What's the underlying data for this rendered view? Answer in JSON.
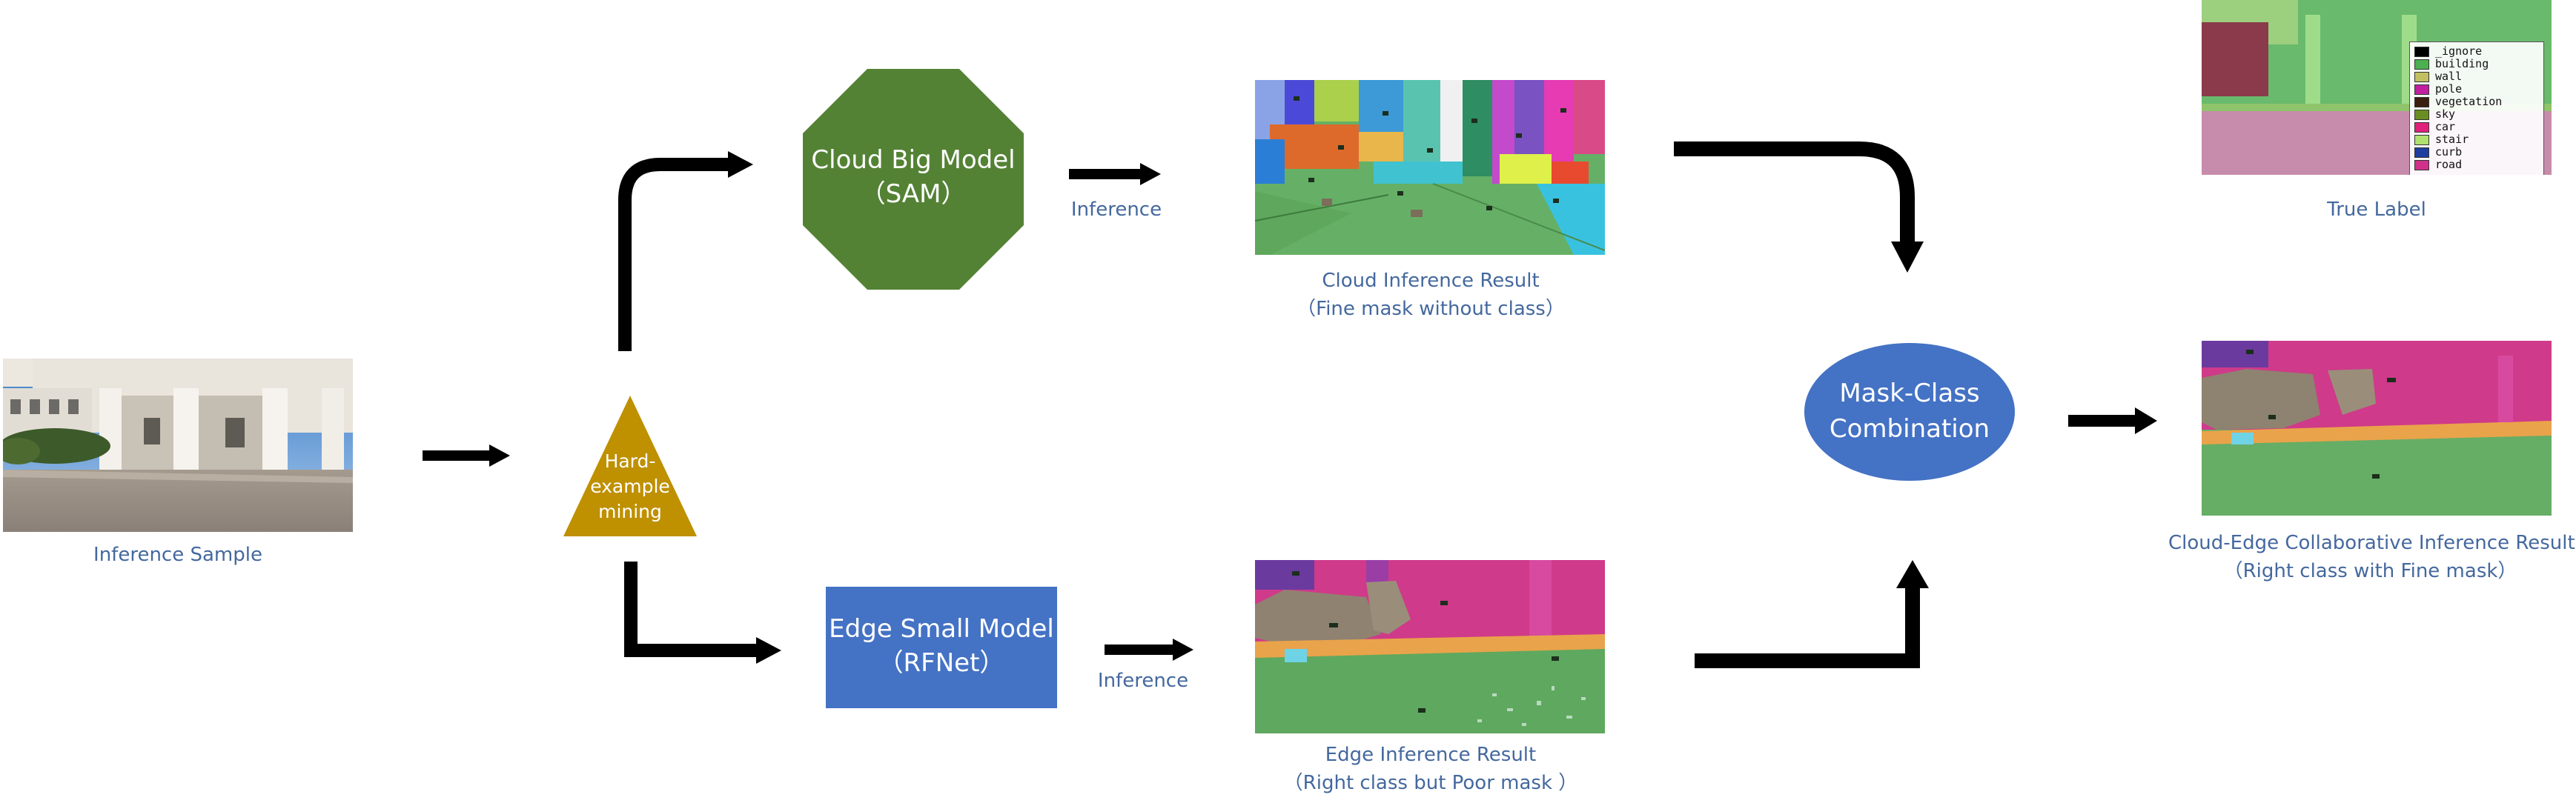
{
  "nodes": {
    "cloud_model": {
      "line1": "Cloud Big Model",
      "line2": "（SAM）",
      "color": "#548235"
    },
    "edge_model": {
      "line1": "Edge Small Model",
      "line2": "（RFNet）",
      "color": "#4472c4"
    },
    "hard_example": {
      "line1": "Hard-",
      "line2": "example",
      "line3": "mining",
      "color": "#bf9000"
    },
    "combination": {
      "line1": "Mask-Class",
      "line2": "Combination",
      "color": "#4472c4"
    }
  },
  "captions": {
    "inference_sample": "Inference Sample",
    "cloud_inference_arrow": "Inference",
    "edge_inference_arrow": "Inference",
    "cloud_result_line1": "Cloud Inference Result",
    "cloud_result_line2": "（Fine mask without class）",
    "edge_result_line1": "Edge Inference Result",
    "edge_result_line2": "（Right class but Poor mask ）",
    "true_label": "True Label",
    "collab_result_line1": "Cloud-Edge Collaborative Inference Result",
    "collab_result_line2": "（Right class with Fine mask）"
  },
  "legend": [
    {
      "label": "_ignore",
      "color": "#000000"
    },
    {
      "label": "building",
      "color": "#4cb050"
    },
    {
      "label": "wall",
      "color": "#c0c060"
    },
    {
      "label": "pole",
      "color": "#c020a0"
    },
    {
      "label": "vegetation",
      "color": "#3a1e10"
    },
    {
      "label": "sky",
      "color": "#6b8e23"
    },
    {
      "label": "car",
      "color": "#e0207a"
    },
    {
      "label": "stair",
      "color": "#b0e070"
    },
    {
      "label": "curb",
      "color": "#1e3ea0"
    },
    {
      "label": "road",
      "color": "#d0308a"
    }
  ],
  "colors": {
    "caption": "#44689e",
    "arrow": "#000000"
  }
}
